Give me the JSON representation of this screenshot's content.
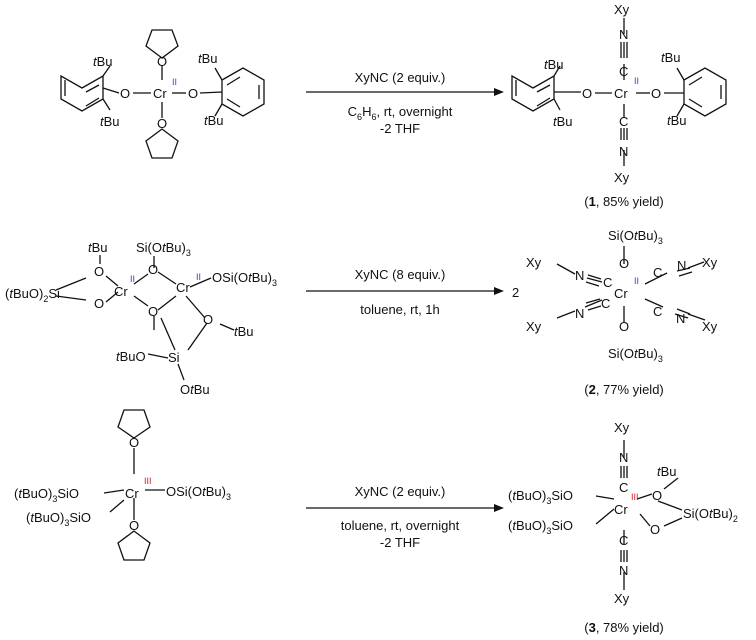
{
  "reactions": [
    {
      "reagent": "XyNC (2 equiv.)",
      "condition_line1": "C6H6, rt, overnight",
      "solvent_formula": {
        "c": "C",
        "c_sub": "6",
        "h": "H",
        "h_sub": "6",
        "rest": ", rt, overnight"
      },
      "condition_line2": "-2 THF",
      "product_number": "1",
      "yield_text": ", 85% yield)",
      "stoich": "",
      "oxidation_state": "II",
      "oxidation_color": "#2a3fd6"
    },
    {
      "reagent": "XyNC (8 equiv.)",
      "condition_line1": "toluene, rt, 1h",
      "condition_line2": "",
      "product_number": "2",
      "yield_text": ", 77% yield)",
      "stoich": "2",
      "oxidation_state": "II",
      "oxidation_color": "#2a3fd6"
    },
    {
      "reagent": "XyNC (2 equiv.)",
      "condition_line1": "toluene, rt, overnight",
      "condition_line2": "-2 THF",
      "product_number": "3",
      "yield_text": ", 78% yield)",
      "stoich": "",
      "oxidation_state": "III",
      "oxidation_color": "#d11a1a"
    }
  ],
  "atoms": {
    "Cr": "Cr",
    "O": "O",
    "N": "N",
    "C": "C",
    "Si": "Si",
    "Xy": "Xy",
    "tBu_t": "t",
    "tBu_Bu": "Bu",
    "open_paren": "(",
    "close_paren": ")"
  },
  "groups": {
    "SiOtBu3": "Si(OtBu)3",
    "OSiOtBu3": "OSi(OtBu)3",
    "tBuO2Si": "(tBuO)2Si",
    "tBuO3SiO": "(tBuO)3SiO",
    "SiOtBu2": "Si(OtBu)2",
    "tBuO": "tBuO",
    "OtBu": "OtBu"
  }
}
